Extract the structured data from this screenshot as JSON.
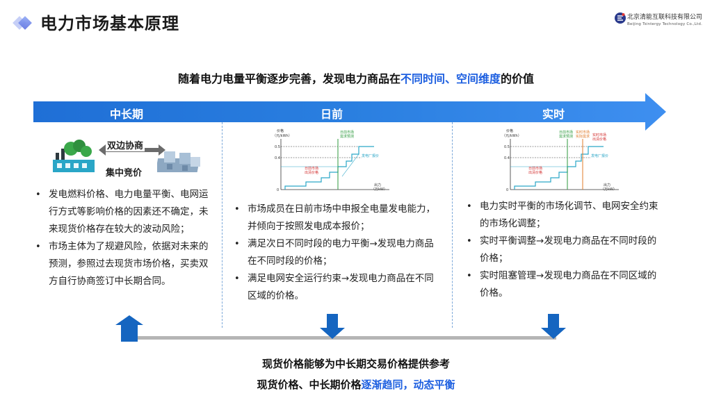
{
  "header": {
    "title": "电力市场基本原理",
    "company_cn": "北京清能互联科技有限公司",
    "company_en": "Beijing Tsintergy Technology Co.,Ltd."
  },
  "subtitle": {
    "prefix": "随着电力电量平衡逐步完善，发现电力商品在",
    "highlight": "不同时间、空间维度",
    "suffix": "的价值"
  },
  "stages": [
    "中长期",
    "日前",
    "实时"
  ],
  "col1": {
    "label_bilateral": "双边协商",
    "label_centralized": "集中竞价",
    "points": [
      "发电燃料价格、电力电量平衡、电网运行方式等影响价格的因素还不确定，未来现货价格存在较大的波动风险；",
      "市场主体为了规避风险，依据对未来的预测，参照过去现货市场价格，买卖双方自行协商签订中长期合同。"
    ]
  },
  "col2": {
    "chart": {
      "ylabel_1": "价格",
      "ylabel_2": "（元/kWh）",
      "xlabel_1": "出力",
      "xlabel_2": "（万kW）",
      "ticks": [
        "0.5",
        "0.4",
        "0"
      ],
      "annot_demand": [
        "日前市场",
        "需求预测"
      ],
      "annot_price": [
        "日前市场",
        "出清价格"
      ],
      "annot_offer": "发电厂报价"
    },
    "points": [
      "市场成员在日前市场中申报全电量发电能力，并倾向于按照发电成本报价；",
      "满足次日不同时段的电力平衡→发现电力商品在不同时段的价格；",
      "满足电网安全运行约束→发现电力商品在不同区域的价格。"
    ]
  },
  "col3": {
    "chart": {
      "ylabel_1": "价格",
      "ylabel_2": "（元/kWh）",
      "xlabel_1": "出力",
      "xlabel_2": "（万kW）",
      "ticks": [
        "0.5",
        "0.4",
        "0"
      ],
      "annot_demand": [
        "日前市场",
        "需求预测"
      ],
      "annot_actual": [
        "实时市场",
        "实际需求"
      ],
      "annot_rt_price": [
        "实时市场",
        "出清价格"
      ],
      "annot_price": [
        "日前市场",
        "出清价格"
      ],
      "annot_offer": "发电厂报价"
    },
    "points": [
      "电力实时平衡的市场化调节、电网安全约束的市场化调整；",
      "实时平衡调整→发现电力商品在不同时段的价格；",
      "实时阻塞管理→发现电力商品在不同区域的价格。"
    ]
  },
  "footer": {
    "line1": "现货价格能够为中长期交易价格提供参考",
    "line2_prefix": "现货价格、中长期价格",
    "line2_highlight": "逐渐趋同，动态平衡"
  },
  "colors": {
    "accent": "#1d5fe0",
    "arrow_dark": "#1565c0",
    "arrow_light": "#4a90e2"
  }
}
